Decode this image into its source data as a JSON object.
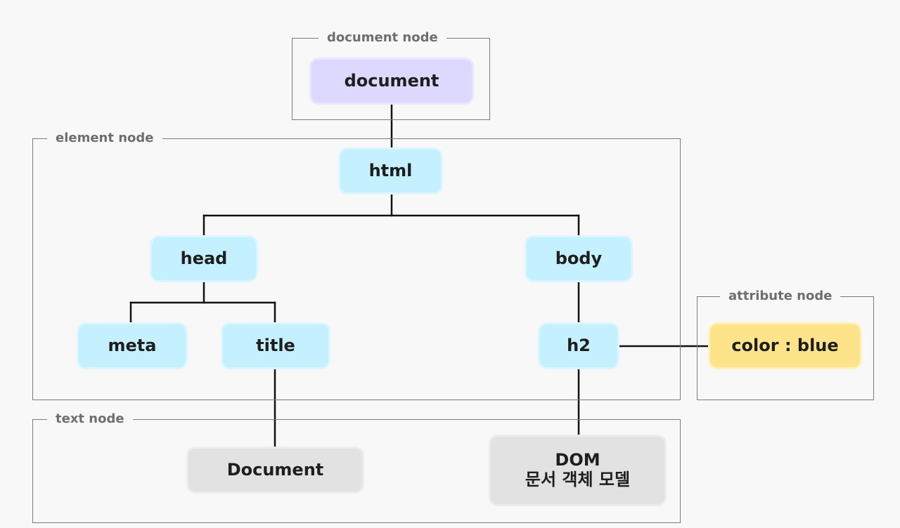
{
  "groups": {
    "document_node": "document node",
    "element_node": "element node",
    "attribute_node": "attribute node",
    "text_node": "text node"
  },
  "nodes": {
    "document": "document",
    "html": "html",
    "head": "head",
    "body": "body",
    "meta": "meta",
    "title": "title",
    "h2": "h2",
    "attribute": "color : blue",
    "text_document": "Document",
    "text_dom_line1": "DOM",
    "text_dom_line2": "문서 객체 모델"
  },
  "colors": {
    "document_node_fill": "#ddd8fd",
    "element_node_fill": "#c5f0ff",
    "attribute_node_fill": "#fde48b",
    "text_node_fill": "#e2e2e2",
    "connector": "#111111",
    "group_border": "#7a7a7a"
  }
}
